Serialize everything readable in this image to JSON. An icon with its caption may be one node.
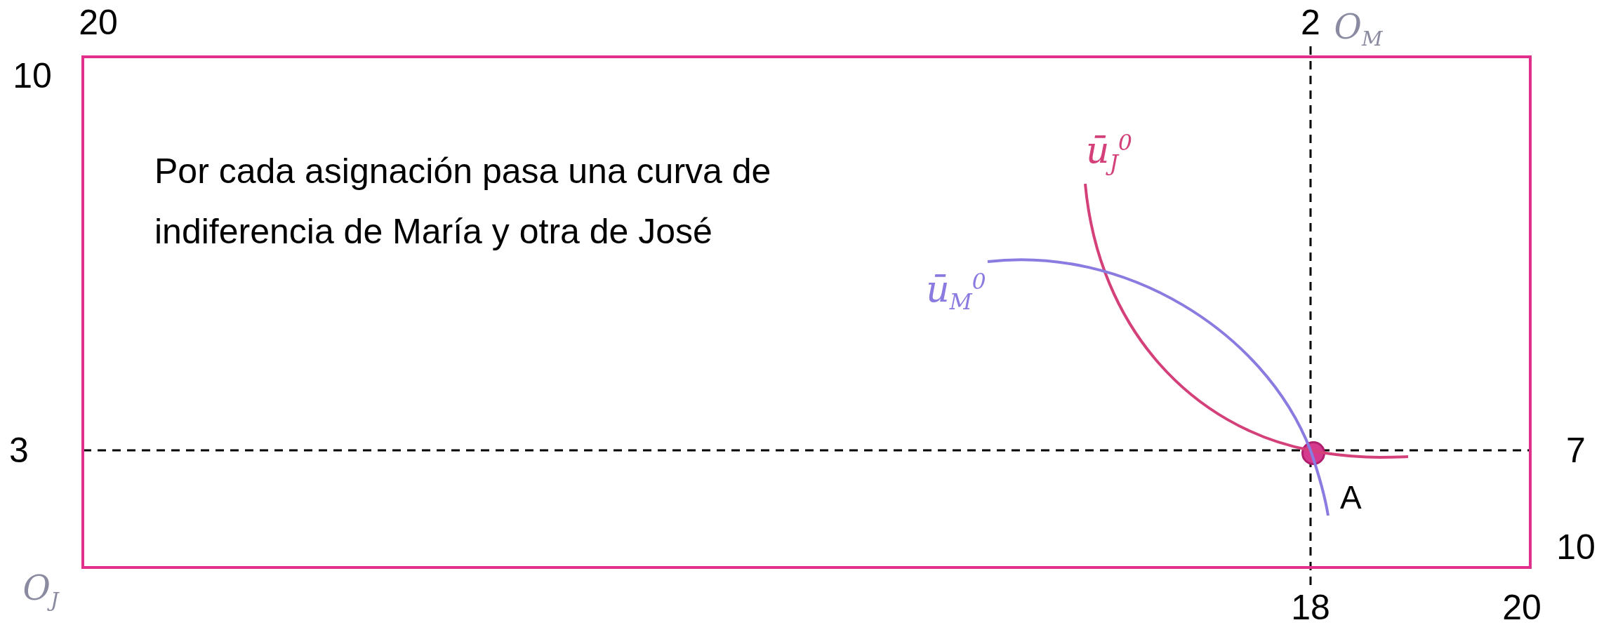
{
  "diagram": {
    "nodes": [
      {
        "text": [
          "Por cada asignación pasa una curva de indiferencia de María y otra de José"
        ]
      },
      {
        "text": [],
        "shape": "circle",
        "in": 0,
        "beside": [
          "A"
        ]
      }
    ],
    "labels": [
      "20",
      "2",
      "O$_{M}$",
      "10",
      "ū$_{J}$$^{0}$",
      "ū$_{M}$$^{0}$",
      "3",
      "7",
      "10",
      "O$_{J}$",
      "18",
      "20"
    ]
  }
}
